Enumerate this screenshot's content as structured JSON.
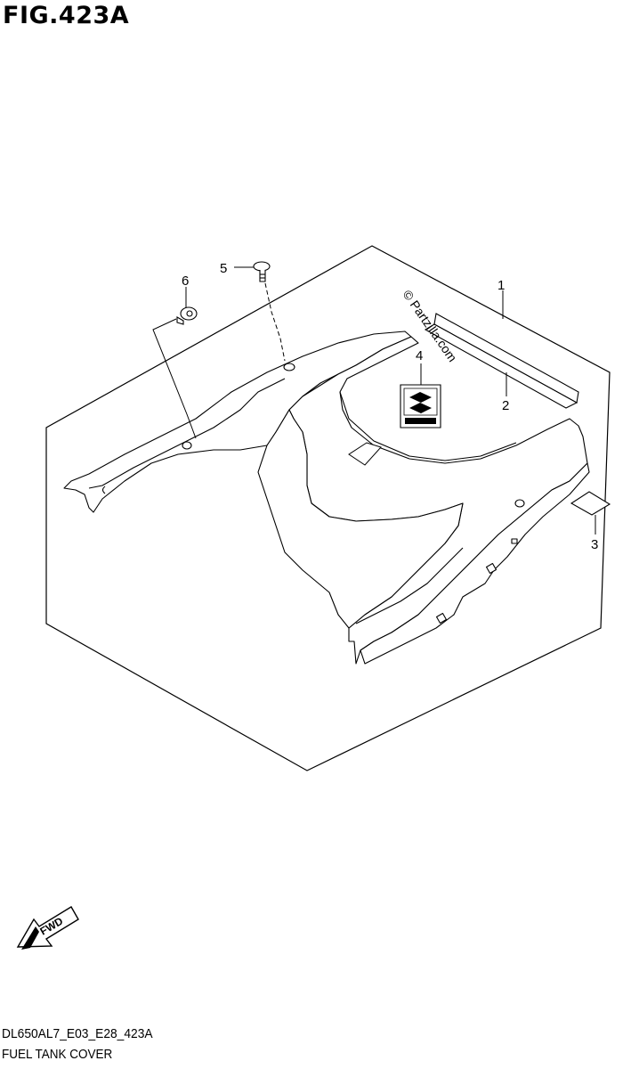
{
  "figure": {
    "title": "FIG.423A",
    "code": "DL650AL7_E03_E28_423A",
    "name": "FUEL TANK COVER"
  },
  "callouts": [
    {
      "id": "callout-1",
      "label": "1"
    },
    {
      "id": "callout-2",
      "label": "2"
    },
    {
      "id": "callout-3",
      "label": "3"
    },
    {
      "id": "callout-4",
      "label": "4"
    },
    {
      "id": "callout-5",
      "label": "5"
    },
    {
      "id": "callout-6",
      "label": "6"
    }
  ],
  "watermark": "© Partzilla.com",
  "direction_arrow": {
    "label": "FWD",
    "icon": "fwd-arrow-icon"
  },
  "emblem": {
    "icon": "suzuki-emblem-icon"
  },
  "colors": {
    "line": "#000000",
    "background": "#ffffff"
  }
}
